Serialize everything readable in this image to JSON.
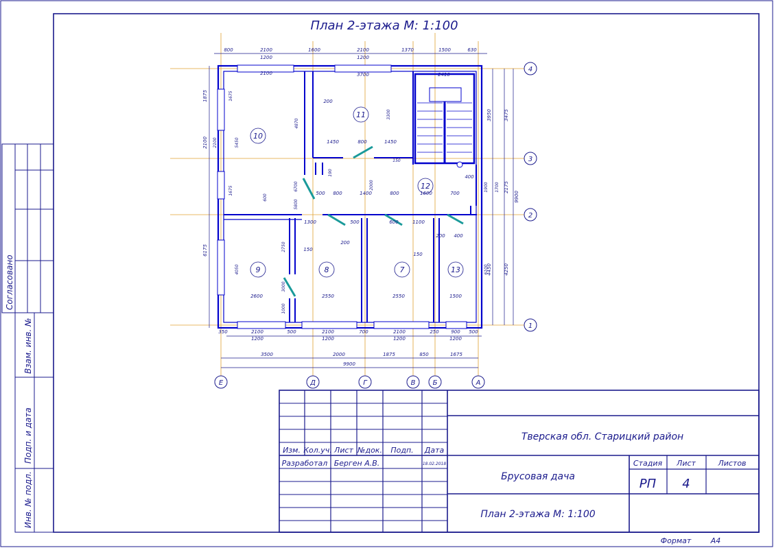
{
  "sheet": {
    "title": "План 2-этажа М: 1:100",
    "format_label": "Формат",
    "format_value": "А4"
  },
  "side_stamps": {
    "agreed": "Согласовано",
    "inv_replace": "Взам. инв. №",
    "sign_date": "Подп. и дата",
    "inv_orig": "Инв. № подл."
  },
  "title_block": {
    "location": "Тверская обл. Старицкий район",
    "project": "Брусовая дача",
    "sheet_name": "План 2-этажа М: 1:100",
    "headers": [
      "Изм.",
      "Кол.уч.",
      "Лист",
      "№док.",
      "Подп.",
      "Дата"
    ],
    "developer_role": "Разработал",
    "developer_name": "Берген А.В.",
    "date": "18.02.2018",
    "stage_label": "Стадия",
    "sheet_label": "Лист",
    "sheets_label": "Листов",
    "stage_value": "РП",
    "sheet_value": "4",
    "sheets_value": ""
  },
  "axes": {
    "letters": [
      "Е",
      "Д",
      "Г",
      "В",
      "Б",
      "А"
    ],
    "numbers": [
      "1",
      "2",
      "3",
      "4"
    ]
  },
  "rooms": [
    "10",
    "11",
    "12",
    "9",
    "8",
    "7",
    "13"
  ],
  "dims": {
    "top_outer": [
      "800",
      "2100",
      "1600",
      "2100",
      "1370",
      "1500",
      "630"
    ],
    "top_inner": [
      "1200",
      "1200"
    ],
    "bottom_outer": [
      "350",
      "2100",
      "500",
      "2100",
      "700",
      "2100",
      "250",
      "900",
      "500"
    ],
    "bottom_inner": [
      "1200",
      "1200",
      "1200",
      "1200"
    ],
    "bottom_axis": [
      "3500",
      "2000",
      "1875",
      "850",
      "1675"
    ],
    "bottom_total": "9900",
    "left_outer": [
      "1875",
      "2100",
      "6175"
    ],
    "left_inner": [
      "1675",
      "2100",
      "5450",
      "1675",
      "4050"
    ],
    "right_outer": [
      "3950",
      "2175",
      "4450"
    ],
    "right_inner": [
      "3475",
      "1900",
      "1700",
      "4250"
    ],
    "right_total": "9900",
    "interior": [
      "2100",
      "3700",
      "2410",
      "200",
      "3300",
      "4870",
      "1450",
      "800",
      "1450",
      "150",
      "190",
      "6700",
      "500",
      "800",
      "1400",
      "2000",
      "800",
      "1600",
      "700",
      "400",
      "1300",
      "500",
      "600",
      "1100",
      "200",
      "400",
      "2750",
      "150",
      "200",
      "150",
      "6100",
      "2600",
      "2550",
      "2550",
      "1500",
      "1000",
      "3000",
      "5800",
      "600"
    ]
  }
}
